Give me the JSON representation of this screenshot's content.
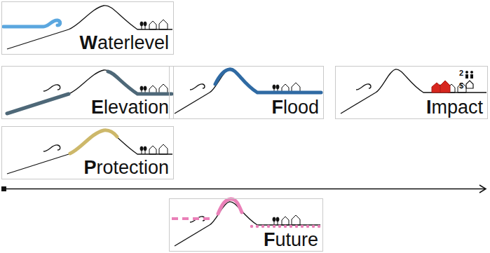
{
  "diagram": {
    "nodes": [
      {
        "text": [
          "Waterlevel"
        ]
      },
      {
        "text": [
          "Elevation"
        ]
      },
      {
        "text": [
          "Flood"
        ]
      },
      {
        "text": [
          "Impact"
        ]
      },
      {
        "text": [
          "Protection"
        ]
      },
      {
        "text": [
          "Future"
        ]
      }
    ],
    "labels": [
      "2",
      "$"
    ]
  }
}
